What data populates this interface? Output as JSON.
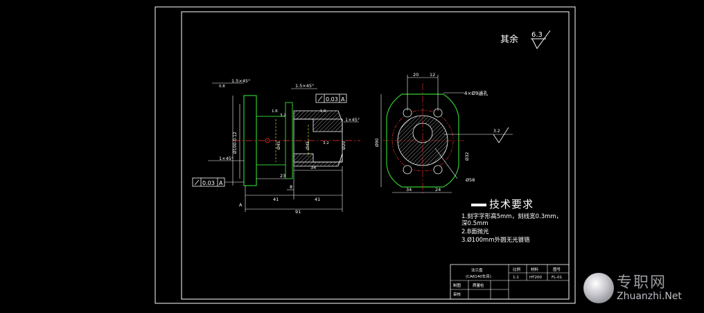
{
  "roughness": {
    "general_label": "其余",
    "general_value": "6.3",
    "side_value": "3.2",
    "small_values": [
      "0.8",
      "1.6",
      "1.6",
      "3.2",
      "3.2"
    ]
  },
  "left_view": {
    "chamfers": [
      "1.5×45°",
      "1.5×45°",
      "1×45°",
      "1×45°"
    ],
    "tolerance_frames": [
      {
        "value": "0.03",
        "datum": "A"
      },
      {
        "value": "0.03",
        "datum": "A"
      }
    ],
    "diameters": [
      "Ø100-0.12",
      "Ø45",
      "Ø45",
      "Ø20"
    ],
    "dimensions": [
      "34",
      "23",
      "8",
      "41",
      "41",
      "91"
    ],
    "datum_label": "A"
  },
  "right_view": {
    "top_dims": [
      "20",
      "12"
    ],
    "hole_note": "4×Ø9通孔",
    "side_dim": "Ø90",
    "diag_dim": "Ø58",
    "vertical_dim": "Ø32",
    "bottom_dims": [
      "34",
      "24"
    ]
  },
  "requirements": {
    "title": "技术要求",
    "items": [
      "1.刻字字形高5mm，刻线宽0.3mm，",
      "  深0.5mm",
      "2.B面抛光",
      "3.Ø100mm外圆无光镀铬"
    ]
  },
  "title_block": {
    "part_name": "法兰盘",
    "part_sub": "(CA6140车床)",
    "headers": [
      "比例",
      "材料",
      "图号"
    ],
    "values": [
      "1:1",
      "HT200",
      "FL-01"
    ],
    "row_labels": [
      "制图",
      "审核"
    ],
    "row_extra": "质量检"
  },
  "watermark": {
    "cn": "专职网",
    "en": "Zhuanzhi.Net"
  },
  "colors": {
    "background": "#000000",
    "lines": "#ffffff",
    "outline": "#33cc33",
    "center": "#ff3333",
    "hidden": "#ffff33"
  }
}
